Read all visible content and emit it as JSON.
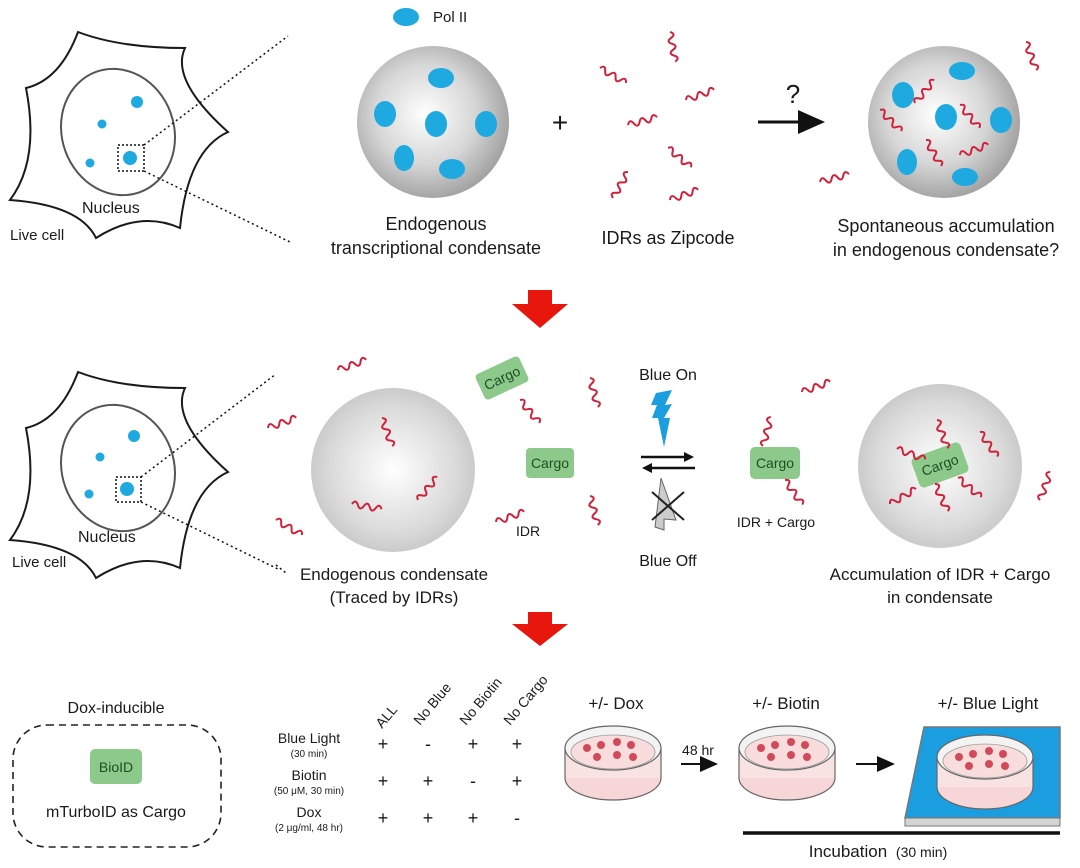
{
  "colors": {
    "pol2": "#1fa9e1",
    "idr": "#d2203a",
    "cargo": "#8cc98a",
    "cargo_text": "#1f4f22",
    "arrow_red": "#e8170d",
    "blue_light": "#1a9ee0",
    "dish_fill": "#fbe3e3",
    "cell_dot": "#d24a5a"
  },
  "panel1": {
    "cell_label": "Live cell",
    "nucleus_label": "Nucleus",
    "legend_pol2": "Pol II",
    "condensate_label": [
      "Endogenous",
      "transcriptional condensate"
    ],
    "plus": "+",
    "idr_label": "IDRs as Zipcode",
    "question": "?",
    "result_label": [
      "Spontaneous accumulation",
      "in endogenous condensate?"
    ]
  },
  "panel2": {
    "cell_label": "Live cell",
    "nucleus_label": "Nucleus",
    "condensate_label": [
      "Endogenous condensate",
      "(Traced by IDRs)"
    ],
    "cargo_label": "Cargo",
    "idr_label": "IDR",
    "blue_on": "Blue On",
    "blue_off": "Blue Off",
    "complex_label": "IDR + Cargo",
    "result_label": [
      "Accumulation of IDR + Cargo",
      "in condensate"
    ]
  },
  "panel3": {
    "box_title": "Dox-inducible",
    "bioid_label": "BioID",
    "box_caption": "mTurboID as Cargo",
    "table": {
      "columns": [
        "ALL",
        "No Blue",
        "No Biotin",
        "No Cargo"
      ],
      "rows": [
        {
          "label": "Blue Light",
          "sub": "(30 min)",
          "values": [
            "+",
            "-",
            "+",
            "+"
          ]
        },
        {
          "label": "Biotin",
          "sub": "(50 μM, 30 min)",
          "values": [
            "+",
            "+",
            "-",
            "+"
          ]
        },
        {
          "label": "Dox",
          "sub": "(2 μg/ml, 48 hr)",
          "values": [
            "+",
            "+",
            "+",
            "-"
          ]
        }
      ]
    },
    "steps": [
      {
        "label": "+/- Dox"
      },
      {
        "label": "+/- Biotin"
      },
      {
        "label": "+/- Blue Light"
      }
    ],
    "interval_label": "48 hr",
    "incubation_label": "Incubation",
    "incubation_sub": "(30 min)"
  }
}
